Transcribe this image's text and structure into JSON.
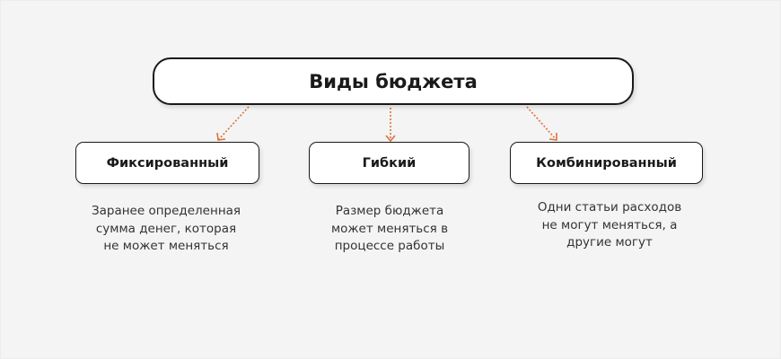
{
  "title": "Виды бюджета",
  "accent_color": "#e0703a",
  "types": [
    {
      "label": "Фиксированный",
      "description": [
        "Заранее определенная",
        "сумма денег, которая",
        "не может меняться"
      ]
    },
    {
      "label": "Гибкий",
      "description": [
        "Размер бюджета",
        "может меняться в",
        "процессе работы"
      ]
    },
    {
      "label": "Комбинированный",
      "description": [
        "Одни статьи расходов",
        "не могут меняться, а",
        "другие могут"
      ]
    }
  ]
}
